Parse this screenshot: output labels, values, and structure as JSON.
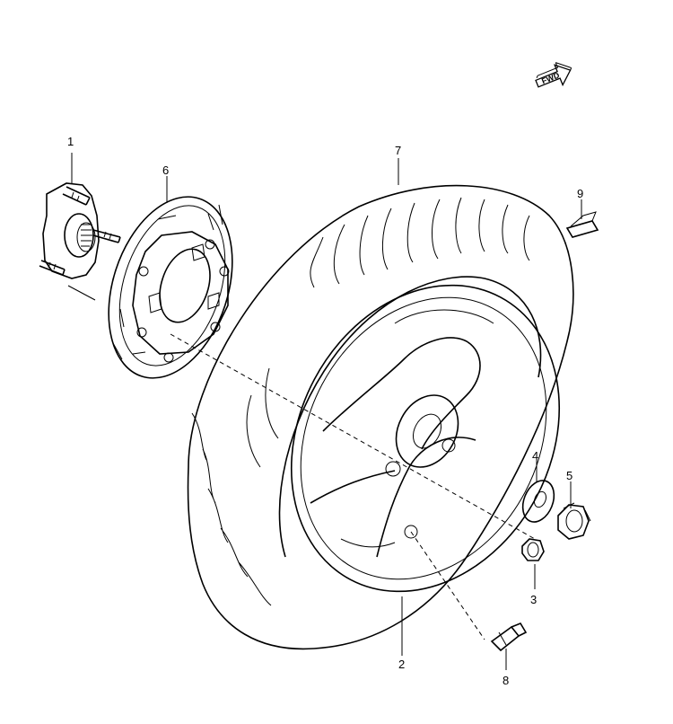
{
  "direction_badge": {
    "text": "FWD"
  },
  "callouts": [
    {
      "id": "1",
      "label": "1",
      "part": "rear-hub"
    },
    {
      "id": "2",
      "label": "2",
      "part": "rim"
    },
    {
      "id": "3",
      "label": "3",
      "part": "nut"
    },
    {
      "id": "4",
      "label": "4",
      "part": "washer"
    },
    {
      "id": "5",
      "label": "5",
      "part": "axle-nut"
    },
    {
      "id": "6",
      "label": "6",
      "part": "brake-disc"
    },
    {
      "id": "7",
      "label": "7",
      "part": "tire"
    },
    {
      "id": "8",
      "label": "8",
      "part": "valve"
    },
    {
      "id": "9",
      "label": "9",
      "part": "balancer"
    }
  ]
}
